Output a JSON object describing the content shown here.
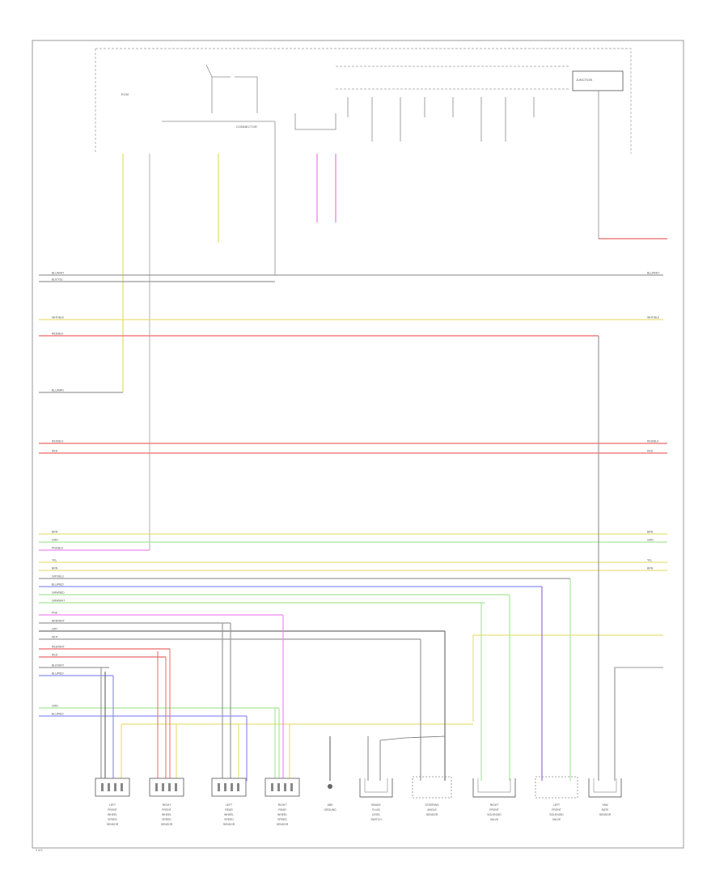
{
  "diagram": {
    "page_number": "2 of 4",
    "top_labels": [
      "ECM",
      "CONNECTOR",
      "JUNCTION"
    ],
    "bus_labels": [
      "BLU/WHT",
      "BLK/YEL",
      "RED/BLK",
      "WHT/BLK",
      "BLU/BRN",
      "RED",
      "WHT",
      "GRN",
      "PNK/BLK",
      "YEL",
      "BRN",
      "GRY/BLU",
      "BLU/RED",
      "GRN/RED",
      "GRN/WHT",
      "PNK",
      "BRN/WHT",
      "GRY",
      "RED/WHT",
      "BLK/WHT"
    ],
    "components": [
      {
        "name": "LEFT FRONT WHEEL SPEED SENSOR"
      },
      {
        "name": "RIGHT FRONT WHEEL SPEED SENSOR"
      },
      {
        "name": "LEFT REAR WHEEL SPEED SENSOR"
      },
      {
        "name": "RIGHT REAR WHEEL SPEED SENSOR"
      },
      {
        "name": "ABS GROUND"
      },
      {
        "name": "BRAKE FLUID LEVEL SWITCH"
      },
      {
        "name": "STEERING ANGLE SENSOR"
      },
      {
        "name": "RIGHT FRONT SOLENOID VALVE"
      },
      {
        "name": "LEFT FRONT SOLENOID VALVE"
      },
      {
        "name": "YAW RATE SENSOR"
      }
    ],
    "colors": {
      "red": "#f08080",
      "yellow": "#e8e07a",
      "green": "#a8e89a",
      "blue": "#8e8ef5",
      "magenta": "#ee88ee",
      "gray": "#9a9a9a",
      "dark": "#707070",
      "purple": "#9a70c8"
    }
  }
}
